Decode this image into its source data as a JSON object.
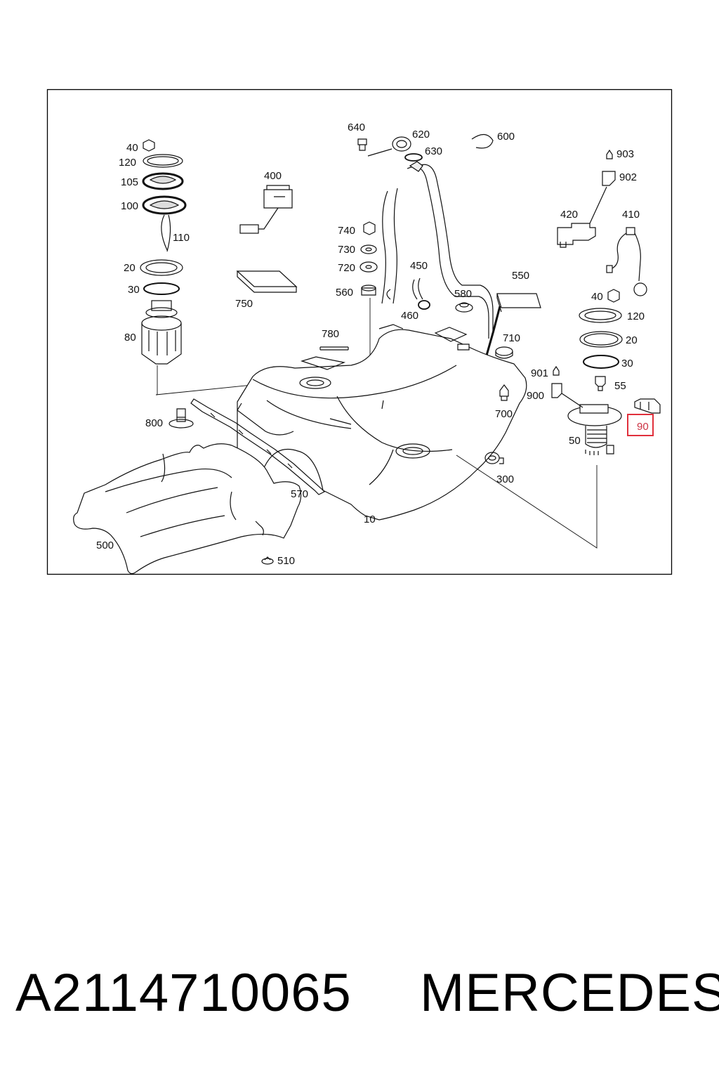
{
  "diagram": {
    "labels": {
      "l640": "640",
      "l620": "620",
      "l630": "630",
      "l600": "600",
      "l40a": "40",
      "l120a": "120",
      "l105": "105",
      "l100": "100",
      "l110": "110",
      "l400": "400",
      "l20a": "20",
      "l30a": "30",
      "l80": "80",
      "l750": "750",
      "l740": "740",
      "l730": "730",
      "l720": "720",
      "l560": "560",
      "l450": "450",
      "l460": "460",
      "l580": "580",
      "l550": "550",
      "l903": "903",
      "l902": "902",
      "l420": "420",
      "l410": "410",
      "l40b": "40",
      "l120b": "120",
      "l20b": "20",
      "l30b": "30",
      "l780": "780",
      "l710": "710",
      "l901": "901",
      "l900": "900",
      "l55": "55",
      "l700": "700",
      "l800": "800",
      "l50": "50",
      "l90": "90",
      "l300": "300",
      "l570": "570",
      "l500": "500",
      "l10": "10",
      "l510": "510"
    },
    "highlighted_part": "90",
    "highlight_color": "#e0303c"
  },
  "caption": {
    "part_number": "A2114710065",
    "brand": "MERCEDES"
  }
}
